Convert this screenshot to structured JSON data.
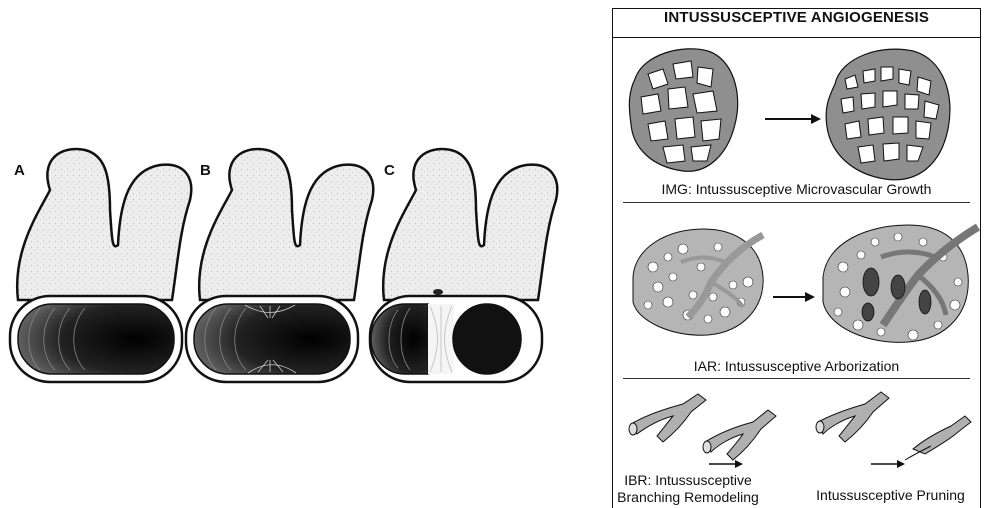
{
  "left_panels": {
    "labels": [
      "A",
      "B",
      "C"
    ]
  },
  "right_panel": {
    "title": "INTUSSUSCEPTIVE ANGIOGENESIS",
    "img_caption": "IMG: Intussusceptive Microvascular Growth",
    "iar_caption": "IAR: Intussusceptive Arborization",
    "ibr_caption_line1": "IBR: Intussusceptive",
    "ibr_caption_line2": "Branching Remodeling",
    "pruning_caption": "Intussusceptive Pruning"
  },
  "colors": {
    "vessel_fill": "#ececec",
    "lumen_dark": "#1a1a1a",
    "outline": "#111111",
    "mesh": "#8f8f8f"
  }
}
